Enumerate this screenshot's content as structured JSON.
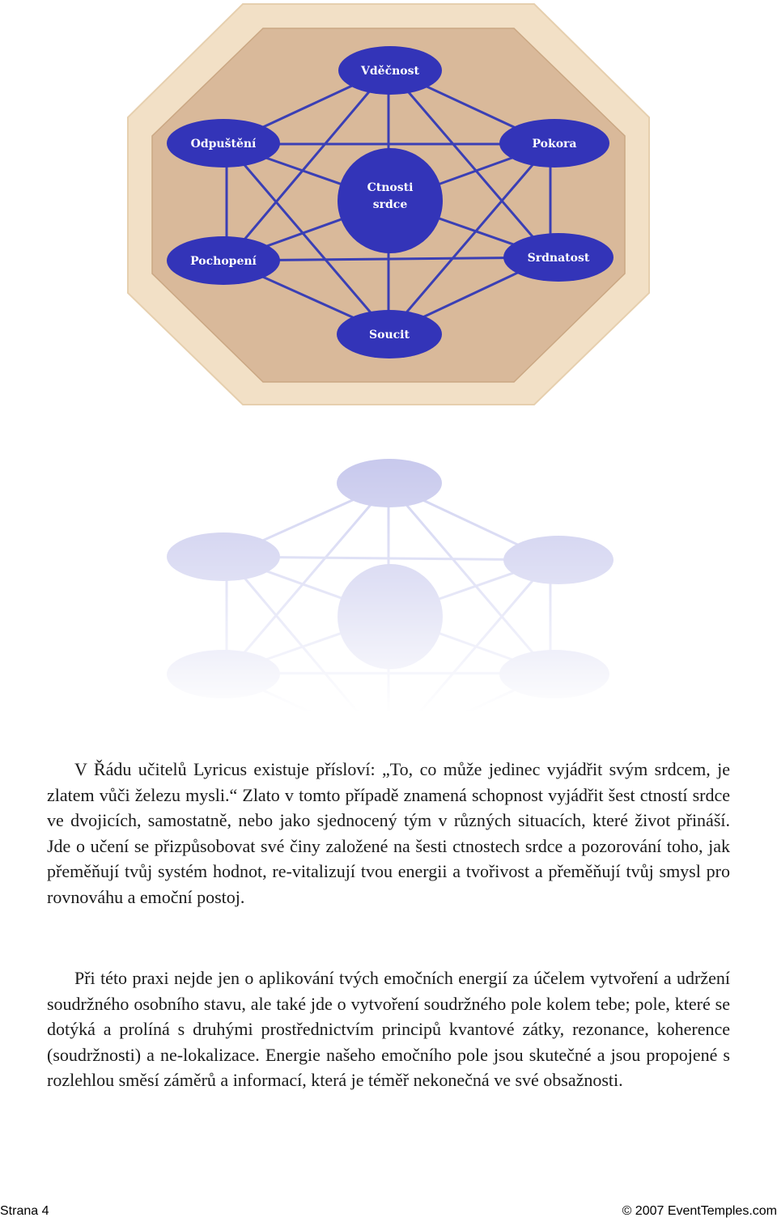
{
  "diagram": {
    "center": {
      "line1": "Ctnosti",
      "line2": "srdce"
    },
    "nodes": {
      "top": "Vděčnost",
      "upper_left": "Odpuštění",
      "upper_right": "Pokora",
      "lower_left": "Pochopení",
      "lower_right": "Srdnatost",
      "bottom": "Soucit"
    },
    "colors": {
      "octagon_outer": "#f2e0c6",
      "octagon_inner": "#d9b99a",
      "node_fill": "#3334b8",
      "line": "#3a3fb5"
    }
  },
  "body": {
    "paragraph1": "V Řádu učitelů Lyricus existuje přísloví: „To, co může jedinec vyjádřit svým srdcem, je zlatem vůči železu mysli.“ Zlato v tomto případě znamená schopnost vyjádřit šest ctností srdce ve dvojicích, samostatně, nebo jako sjednocený tým v různých situacích, které život přináší. Jde o učení se přizpůsobovat své činy založené na šesti ctnostech srdce a pozorování toho, jak přeměňují tvůj systém hodnot, re-vitalizují tvou energii a tvořivost a přeměňují tvůj smysl pro rovnováhu a emoční postoj.",
    "paragraph2": "Při této praxi nejde jen o aplikování tvých emočních energií za účelem vytvoření a udržení soudržného osobního stavu, ale také jde o vytvoření soudržného pole kolem tebe; pole, které se dotýká a prolíná s druhými prostřednictvím principů kvantové zátky, rezonance, koherence (soudržnosti) a ne-lokalizace. Energie našeho emočního pole jsou skutečné a jsou propojené s rozlehlou směsí záměrů a informací, která je téměř nekonečná ve své obsažnosti."
  },
  "footer": {
    "page": "Strana 4",
    "copyright": "© 2007 EventTemples.com"
  }
}
